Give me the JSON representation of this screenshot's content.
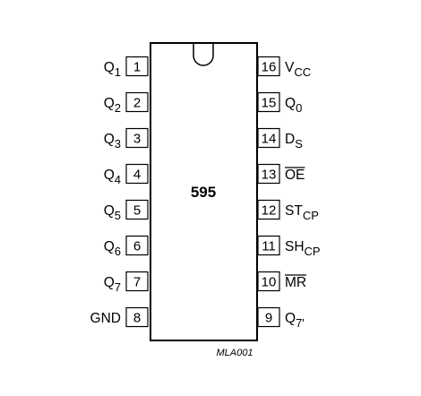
{
  "chip": {
    "name": "595",
    "caption": "MLA001"
  },
  "pins": [
    {
      "number": "1",
      "label": "Q",
      "sub": "1",
      "overline": false,
      "side": "left"
    },
    {
      "number": "2",
      "label": "Q",
      "sub": "2",
      "overline": false,
      "side": "left"
    },
    {
      "number": "3",
      "label": "Q",
      "sub": "3",
      "overline": false,
      "side": "left"
    },
    {
      "number": "4",
      "label": "Q",
      "sub": "4",
      "overline": false,
      "side": "left"
    },
    {
      "number": "5",
      "label": "Q",
      "sub": "5",
      "overline": false,
      "side": "left"
    },
    {
      "number": "6",
      "label": "Q",
      "sub": "6",
      "overline": false,
      "side": "left"
    },
    {
      "number": "7",
      "label": "Q",
      "sub": "7",
      "overline": false,
      "side": "left"
    },
    {
      "number": "8",
      "label": "GND",
      "sub": "",
      "overline": false,
      "side": "left"
    },
    {
      "number": "16",
      "label": "V",
      "sub": "CC",
      "overline": false,
      "side": "right"
    },
    {
      "number": "15",
      "label": "Q",
      "sub": "0",
      "overline": false,
      "side": "right"
    },
    {
      "number": "14",
      "label": "D",
      "sub": "S",
      "overline": false,
      "side": "right"
    },
    {
      "number": "13",
      "label": "OE",
      "sub": "",
      "overline": true,
      "side": "right"
    },
    {
      "number": "12",
      "label": "ST",
      "sub": "CP",
      "overline": false,
      "side": "right"
    },
    {
      "number": "11",
      "label": "SH",
      "sub": "CP",
      "overline": false,
      "side": "right"
    },
    {
      "number": "10",
      "label": "MR",
      "sub": "",
      "overline": true,
      "side": "right"
    },
    {
      "number": "9",
      "label": "Q",
      "sub": "7'",
      "overline": false,
      "side": "right"
    }
  ]
}
